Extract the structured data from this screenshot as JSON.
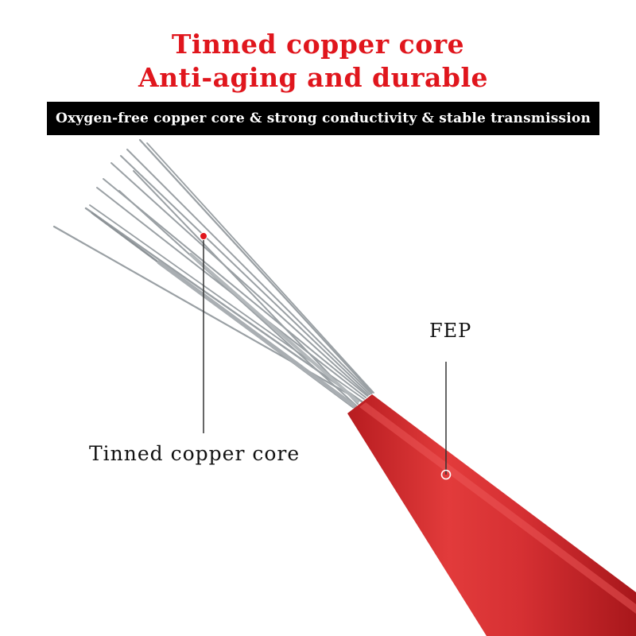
{
  "heading": {
    "line1": "Tinned copper core",
    "line2": "Anti-aging and durable"
  },
  "banner": {
    "text": "Oxygen-free copper core & strong conductivity & stable transmission"
  },
  "callouts": {
    "fep": "FEP",
    "core": "Tinned copper core"
  },
  "colors": {
    "accent_red": "#e0161d",
    "insulation_red": "#d42a2c",
    "banner_bg": "#000000",
    "wire_strand": "#9aa0a4"
  }
}
